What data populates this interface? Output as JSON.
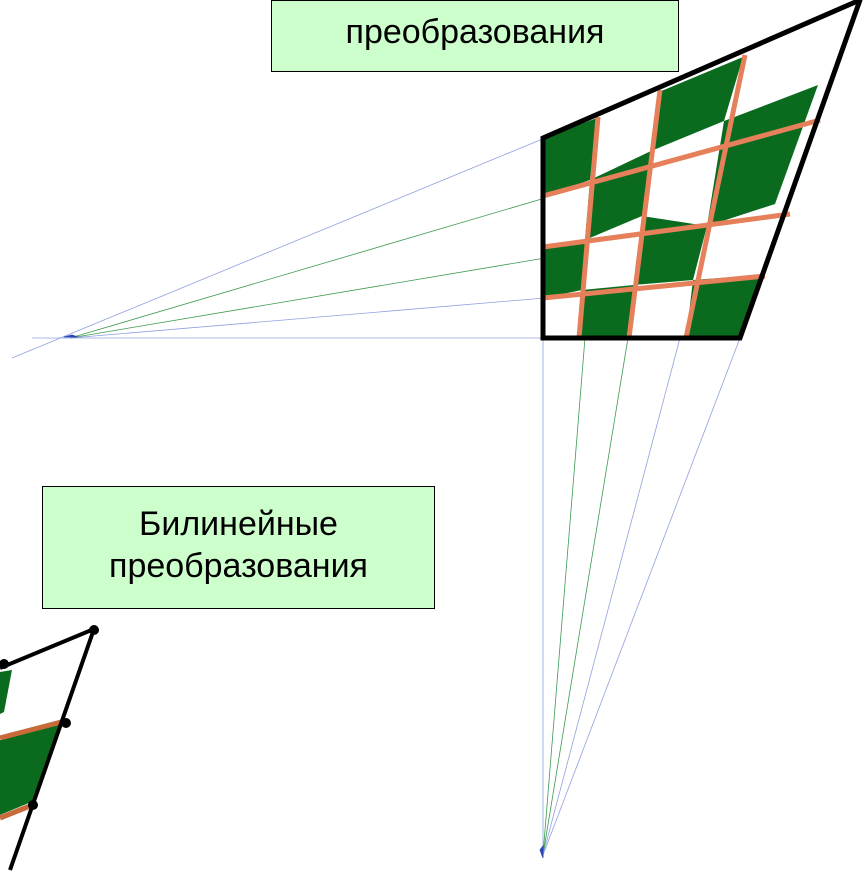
{
  "captions": {
    "top": {
      "line1": "преобразования"
    },
    "bottom": {
      "line1": "Билинейные",
      "line2": "преобразования"
    }
  },
  "colors": {
    "green": "#0a6b1f",
    "white": "#ffffff",
    "grid_lines": "#e5805a",
    "border": "#000000",
    "caption_bg": "#ccffcc",
    "construction_blue": "#4a62c8",
    "construction_green": "#3c9a50"
  }
}
